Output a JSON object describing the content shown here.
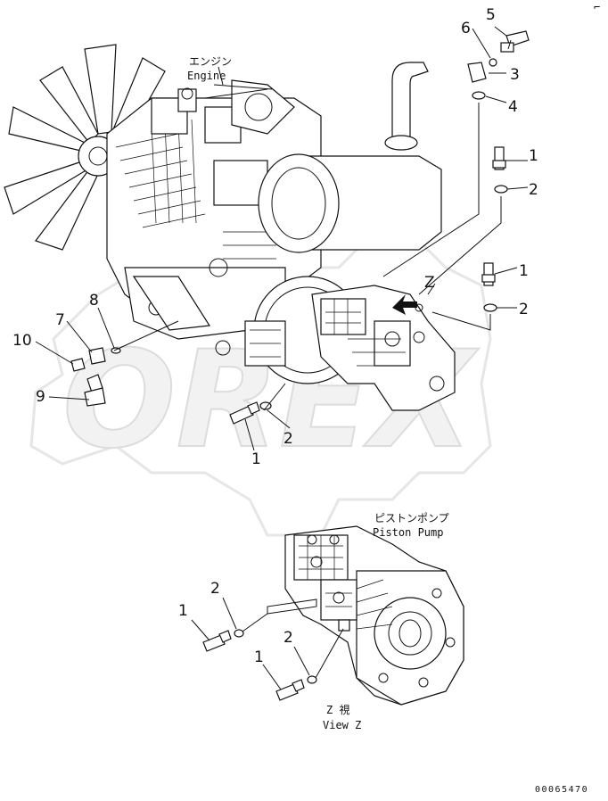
{
  "watermark": "OREX",
  "labels": {
    "engine_jp": "エンジン",
    "engine_en": "Engine",
    "pump_jp": "ピストンポンプ",
    "pump_en": "Piston Pump",
    "view_jp": "Z 視",
    "view_en": "View Z",
    "z_marker": "Z"
  },
  "callouts": {
    "c1": "5",
    "c2": "6",
    "c3": "3",
    "c4": "4",
    "c5": "1",
    "c6": "2",
    "c7": "1",
    "c8": "2",
    "c9": "8",
    "c10": "7",
    "c11": "10",
    "c12": "9",
    "c13": "2",
    "c14": "1",
    "c15": "2",
    "c16": "1",
    "c17": "2",
    "c18": "1"
  },
  "doc_number": "00065470",
  "corner_mark": "⌐"
}
